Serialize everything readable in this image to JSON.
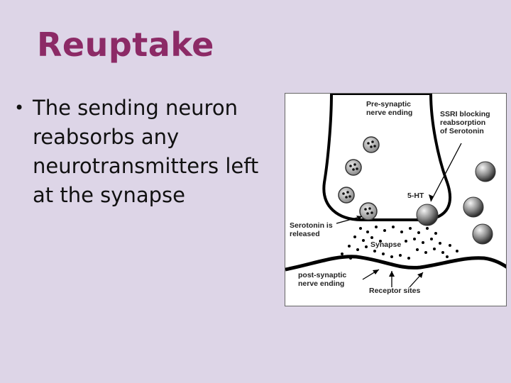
{
  "slide": {
    "title": "Reuptake",
    "bullets": [
      "The sending neuron reabsorbs any neurotransmitters left at the synapse"
    ]
  },
  "figure": {
    "labels": {
      "pre_synaptic": "Pre-synaptic\nnerve ending",
      "ssri": "SSRI blocking\nreabsorption\nof Serotonin",
      "five_ht": "5-HT",
      "serotonin_released": "Serotonin is\nreleased",
      "synapse": "Synapse",
      "post_synaptic": "post-synaptic\nnerve ending",
      "receptor_sites": "Receptor sites"
    }
  },
  "colors": {
    "background": "#ddd5e7",
    "title": "#8c2a66"
  }
}
